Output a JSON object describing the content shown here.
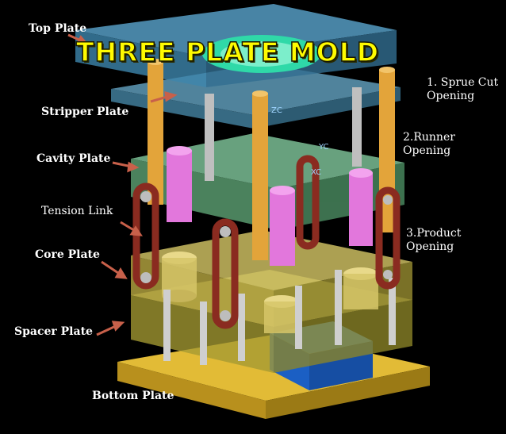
{
  "title": "THREE PLATE MOLD",
  "labels": {
    "top_plate": "Top Plate",
    "stripper_plate": "Stripper Plate",
    "cavity_plate": "Cavity Plate",
    "tension_link": "Tension Link",
    "core_plate": "Core Plate",
    "spacer_plate": "Spacer Plate",
    "bottom_plate": "Bottom Plate"
  },
  "openings": {
    "sprue_cut": "1. Sprue Cut\nOpening",
    "runner": "2.Runner\nOpening",
    "product": "3.Product\nOpening"
  },
  "axis_marks": [
    "ZC",
    "YC",
    "XC"
  ],
  "colors": {
    "background": "#000000",
    "title": "#fffb00",
    "label_text": "#ffffff",
    "arrow": "#c8604a",
    "top_plate": "#4a8fb0",
    "cavity_plate": "#5fa07a",
    "core_plate": "#b9ac55",
    "bottom_plate": "#d8b230",
    "guide_pin": "#e0a53a",
    "tension_link": "#8a2b20",
    "pink_part": "#e06ad8",
    "blue_block": "#1f6fd6"
  }
}
